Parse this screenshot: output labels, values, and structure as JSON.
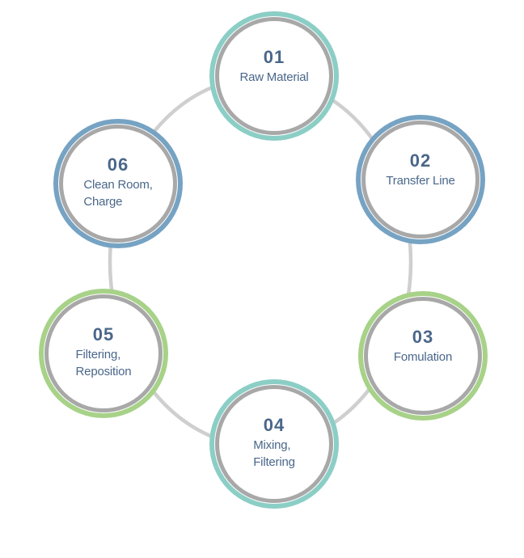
{
  "diagram": {
    "steps": [
      {
        "number": "01",
        "label": "Raw Material",
        "ring_color": "#8bcec5"
      },
      {
        "number": "02",
        "label": "Transfer Line",
        "ring_color": "#76a3c3"
      },
      {
        "number": "03",
        "label": "Fomulation",
        "ring_color": "#a7d288"
      },
      {
        "number": "04",
        "label": "Mixing,\nFiltering",
        "ring_color": "#8bcec5"
      },
      {
        "number": "05",
        "label": "Filtering,\nReposition",
        "ring_color": "#a7d288"
      },
      {
        "number": "06",
        "label": "Clean Room,\nCharge",
        "ring_color": "#76a3c3"
      }
    ],
    "colors": {
      "inner_ring": "#a8a8a8",
      "connector": "#cfcfcf",
      "text": "#4a678a",
      "background": "#ffffff"
    }
  }
}
